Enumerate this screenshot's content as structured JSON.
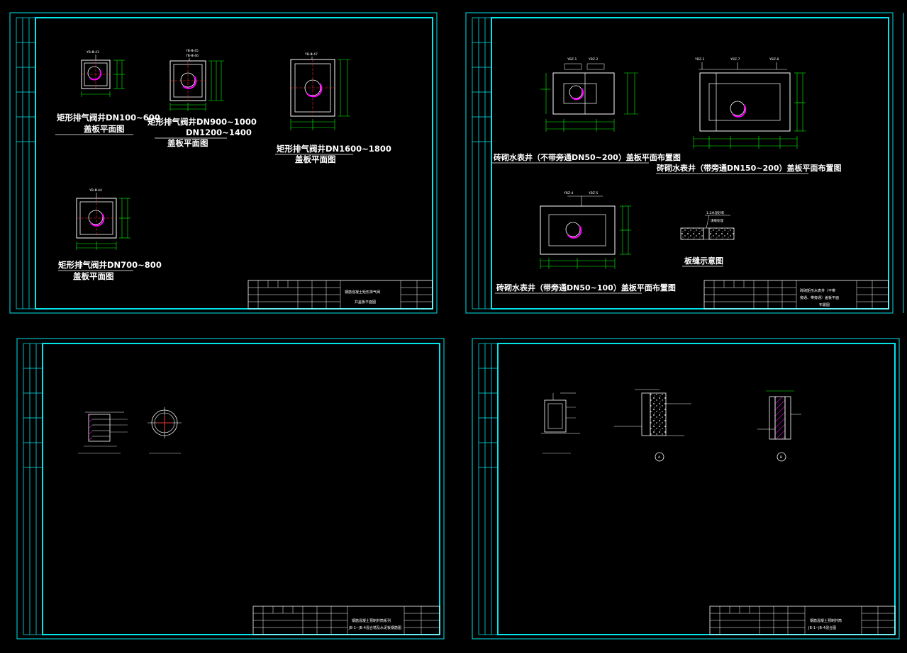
{
  "colors": {
    "background": "#000000",
    "sheet_border": "#00e5ee",
    "geometry": "#ffffff",
    "dimension": "#00ff00",
    "center_line": "#ff2020",
    "hatch": "#ff00ff"
  },
  "sheet1": {
    "tags": [
      "YB-Ⅲ-43",
      "YB-Ⅲ-45",
      "YB-Ⅲ-46",
      "YB-Ⅲ-47",
      "YB-Ⅲ-44"
    ],
    "captions": [
      [
        "矩形排气阀井DN100~600",
        "盖板平面图"
      ],
      [
        "矩形排气阀井DN900~1000",
        "DN1200~1400",
        "盖板平面图"
      ],
      [
        "矩形排气阀井DN1600~1800",
        "盖板平面图"
      ],
      [
        "矩形排气阀井DN700~800",
        "盖板平面图"
      ]
    ],
    "title_block": [
      "钢筋混凝土矩形排气阀",
      "井盖板平面图"
    ]
  },
  "sheet2": {
    "tags": [
      "YBZ-1",
      "YBZ-2",
      "YBZ-3",
      "YBZ-7",
      "YBZ-8",
      "YBZ-4",
      "YBZ-5"
    ],
    "captions": [
      "砖砌水表井（不带旁通DN50~200）盖板平面布置图",
      "砖砌水表井（带旁通DN150~200）盖板平面布置图",
      "砖砌水表井（带旁通DN50~100）盖板平面布置图",
      "板缝示意图"
    ],
    "joint_labels": [
      "1:2水泥砂浆",
      "填缝处理"
    ],
    "title_block": [
      "砖砌矩形水表井（不带",
      "旁通、带旁通）盖板平面",
      "布置图"
    ]
  },
  "sheet3": {
    "title_block": [
      "钢筋混凝土预制井筒系列",
      "JB-1~JB-4混合墙及水泥板钢筋图"
    ]
  },
  "sheet4": {
    "circle_marks": [
      "A",
      "B"
    ],
    "title_block": [
      "钢筋混凝土预制井筒",
      "JB-1~JB-4混合图"
    ]
  }
}
